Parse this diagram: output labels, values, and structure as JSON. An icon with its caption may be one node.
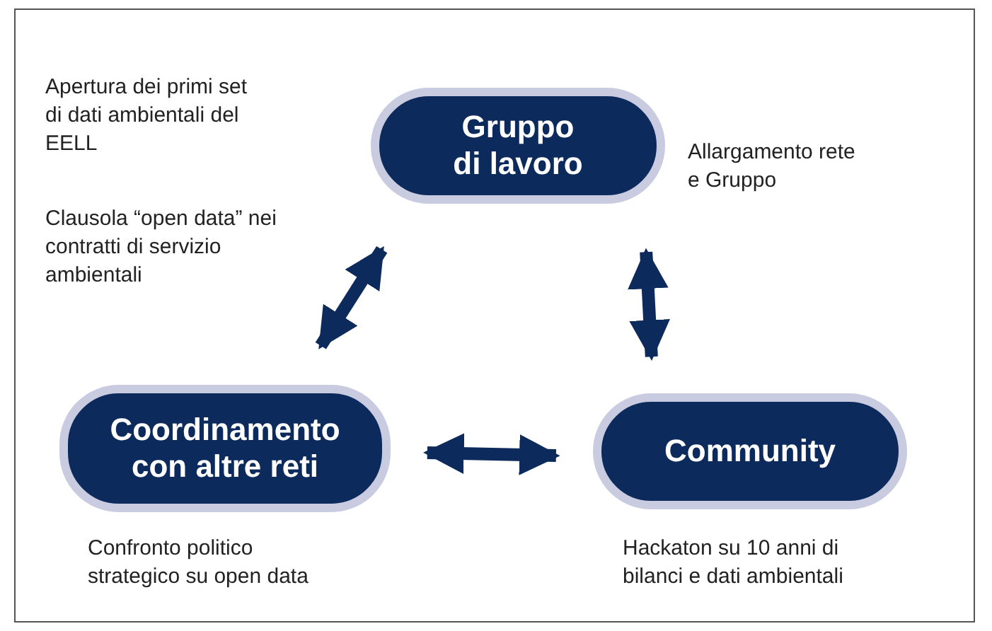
{
  "diagram": {
    "nodes": [
      {
        "text": [
          "Gruppo di lavoro"
        ],
        "beside": [
          "Allargamento rete e Gruppo"
        ]
      },
      {
        "text": [
          "Coordinamento con altre reti"
        ],
        "beside": [
          "Confronto politico strategico su open data"
        ]
      },
      {
        "text": [
          "Community"
        ],
        "beside": [
          "Hackaton su 10 anni di bilanci e dati ambientali"
        ]
      }
    ],
    "edges": [
      {
        "from": 0,
        "to": 1,
        "arrow": "both"
      },
      {
        "from": 0,
        "to": 2,
        "arrow": "both"
      },
      {
        "from": 1,
        "to": 2,
        "arrow": "both"
      }
    ],
    "labels": [
      "Apertura dei primi set di dati ambientali del EELL",
      "Clausola “open data” nei contratti di servizio ambientali"
    ]
  }
}
